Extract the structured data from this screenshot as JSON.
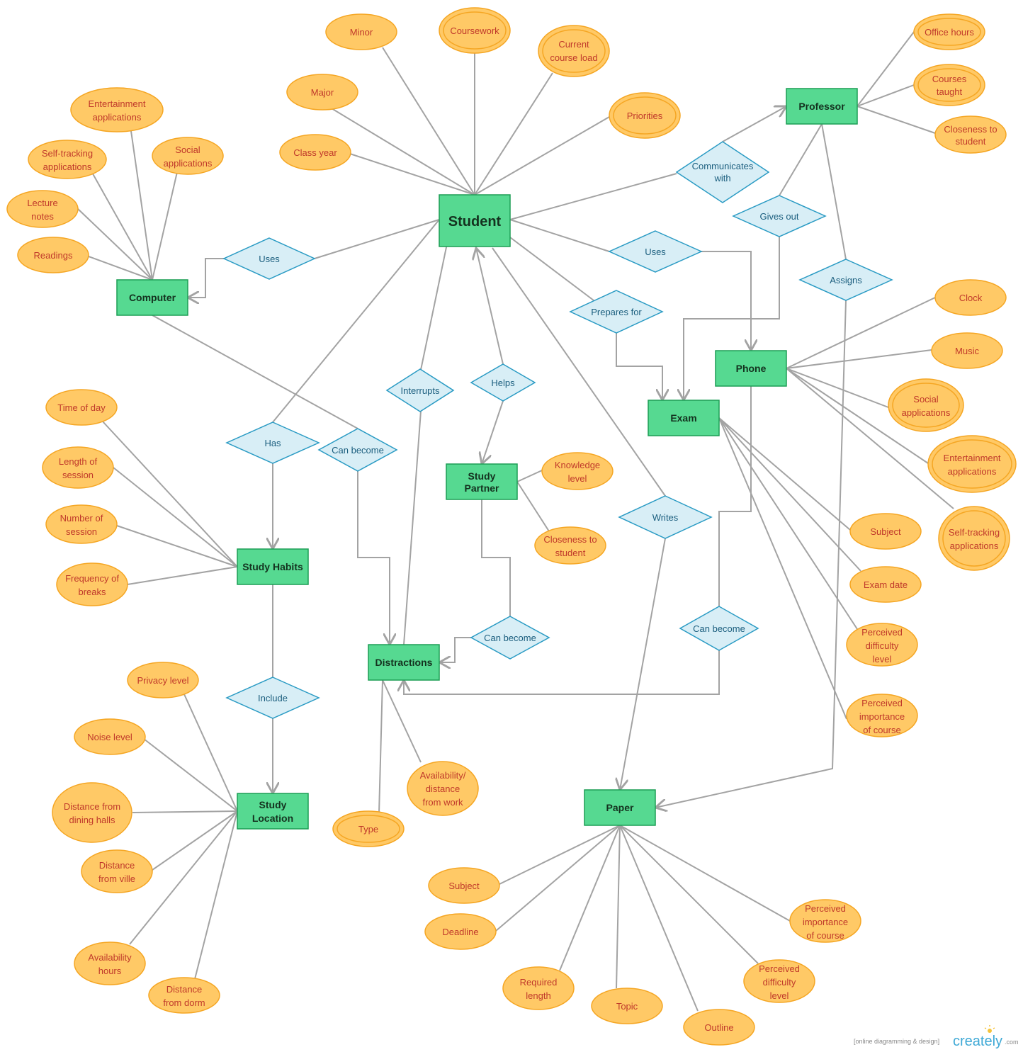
{
  "entities": {
    "student": "Student",
    "computer": "Computer",
    "professor": "Professor",
    "phone": "Phone",
    "exam": "Exam",
    "study_partner": [
      "Study",
      "Partner"
    ],
    "study_habits": "Study Habits",
    "distractions": "Distractions",
    "study_location": [
      "Study",
      "Location"
    ],
    "paper": "Paper"
  },
  "relationships": {
    "uses_computer": "Uses",
    "communicates_with": [
      "Communicates",
      "with"
    ],
    "gives_out": "Gives out",
    "uses_phone": "Uses",
    "assigns": "Assigns",
    "prepares_for": "Prepares for",
    "interrupts": "Interrupts",
    "helps": "Helps",
    "has": "Has",
    "can_become_computer": "Can become",
    "writes": "Writes",
    "can_become_phone": "Can become",
    "can_become_partner": "Can become",
    "include": "Include"
  },
  "attributes": {
    "minor": "Minor",
    "coursework": "Coursework",
    "current_course_load": [
      "Current",
      "course load"
    ],
    "major": "Major",
    "priorities": "Priorities",
    "class_year": "Class year",
    "office_hours": "Office hours",
    "courses_taught": [
      "Courses",
      "taught"
    ],
    "closeness_prof": [
      "Closeness to",
      "student"
    ],
    "entertainment_apps_pc": [
      "Entertainment",
      "applications"
    ],
    "self_tracking_pc": [
      "Self-tracking",
      "applications"
    ],
    "social_apps_pc": [
      "Social",
      "applications"
    ],
    "lecture_notes": [
      "Lecture",
      "notes"
    ],
    "readings": "Readings",
    "clock": "Clock",
    "music": "Music",
    "social_apps_phone": [
      "Social",
      "applications"
    ],
    "entertainment_apps_phone": [
      "Entertainment",
      "applications"
    ],
    "self_tracking_phone": [
      "Self-tracking",
      "applications"
    ],
    "time_of_day": "Time of day",
    "length_of_session": [
      "Length of",
      "session"
    ],
    "number_of_session": [
      "Number of",
      "session"
    ],
    "frequency_of_breaks": [
      "Frequency of",
      "breaks"
    ],
    "knowledge_level": [
      "Knowledge",
      "level"
    ],
    "closeness_partner": [
      "Closeness to",
      "student"
    ],
    "exam_subject": "Subject",
    "exam_date": "Exam date",
    "exam_difficulty": [
      "Perceived",
      "difficulty",
      "level"
    ],
    "exam_importance": [
      "Perceived",
      "importance",
      "of course"
    ],
    "availability_distance_work": [
      "Availability/",
      "distance",
      "from work"
    ],
    "type": "Type",
    "privacy_level": "Privacy level",
    "noise_level": "Noise level",
    "distance_dining": [
      "Distance from",
      "dining halls"
    ],
    "distance_ville": [
      "Distance",
      "from ville"
    ],
    "availability_hours": [
      "Availability",
      "hours"
    ],
    "distance_dorm": [
      "Distance",
      "from dorm"
    ],
    "paper_subject": "Subject",
    "deadline": "Deadline",
    "required_length": [
      "Required",
      "length"
    ],
    "topic": "Topic",
    "outline": "Outline",
    "paper_difficulty": [
      "Perceived",
      "difficulty",
      "level"
    ],
    "paper_importance": [
      "Perceived",
      "importance",
      "of course"
    ]
  },
  "branding": {
    "tagline": "[online diagramming & design]",
    "name": "creately",
    "suffix": ".com"
  }
}
